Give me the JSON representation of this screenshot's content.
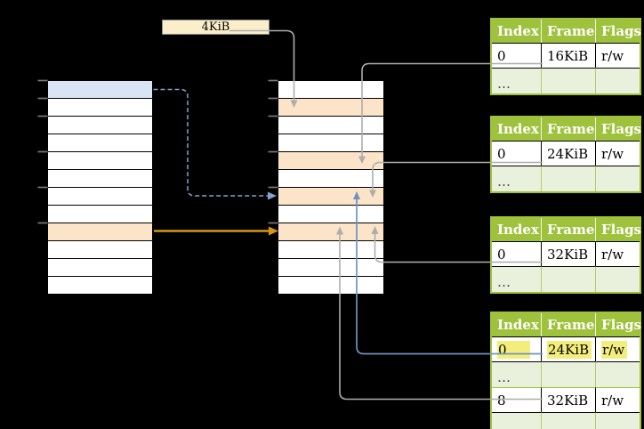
{
  "diagram": {
    "page_size_label": "4KiB",
    "virtual_memory": {
      "rows": [
        "blue",
        "white",
        "white",
        "white",
        "white",
        "white",
        "white",
        "white",
        "orange",
        "white",
        "white",
        "white"
      ]
    },
    "physical_memory": {
      "rows": [
        "white",
        "orange",
        "white",
        "white",
        "orange",
        "white",
        "orange",
        "white",
        "orange",
        "white",
        "white",
        "white"
      ]
    },
    "tick_offsets": [
      0,
      20,
      40,
      80,
      120,
      160
    ],
    "page_tables": [
      {
        "name": "page-table-1",
        "columns": [
          "Index",
          "Frame",
          "Flags"
        ],
        "rows": [
          {
            "style": "data",
            "highlight": false,
            "cells": [
              "0",
              "16KiB",
              "r/w"
            ]
          },
          {
            "style": "dots",
            "highlight": false,
            "cells": [
              "…",
              "",
              ""
            ]
          }
        ]
      },
      {
        "name": "page-table-2",
        "columns": [
          "Index",
          "Frame",
          "Flags"
        ],
        "rows": [
          {
            "style": "data",
            "highlight": false,
            "cells": [
              "0",
              "24KiB",
              "r/w"
            ]
          },
          {
            "style": "dots",
            "highlight": false,
            "cells": [
              "…",
              "",
              ""
            ]
          }
        ]
      },
      {
        "name": "page-table-3",
        "columns": [
          "Index",
          "Frame",
          "Flags"
        ],
        "rows": [
          {
            "style": "data",
            "highlight": false,
            "cells": [
              "0",
              "32KiB",
              "r/w"
            ]
          },
          {
            "style": "dots",
            "highlight": false,
            "cells": [
              "…",
              "",
              ""
            ]
          }
        ]
      },
      {
        "name": "page-table-4",
        "columns": [
          "Index",
          "Frame",
          "Flags"
        ],
        "rows": [
          {
            "style": "data",
            "highlight": true,
            "cells": [
              "0",
              "24KiB",
              "r/w"
            ]
          },
          {
            "style": "dots",
            "highlight": false,
            "cells": [
              "…",
              "",
              ""
            ]
          },
          {
            "style": "data",
            "highlight": false,
            "cells": [
              "8",
              "32KiB",
              "r/w"
            ]
          },
          {
            "style": "dots",
            "highlight": false,
            "cells": [
              "…",
              "",
              ""
            ]
          }
        ]
      }
    ],
    "colors": {
      "table_header_green": "#9FC23D",
      "table_dots_green": "#E9F0DB",
      "table_border_green": "#9FC23D",
      "cell_orange": "#FCE4C9",
      "cell_blue": "#D9E5F4",
      "cream": "#FBEECB",
      "highlight_yellow": "#F3EE7B",
      "gray_arrow": "#ADADAD",
      "blue_arrow": "#7191C1",
      "dash_blue": "#86A3CE",
      "gold": "#D6990B",
      "tick_gray": "#7A7A7A"
    }
  }
}
